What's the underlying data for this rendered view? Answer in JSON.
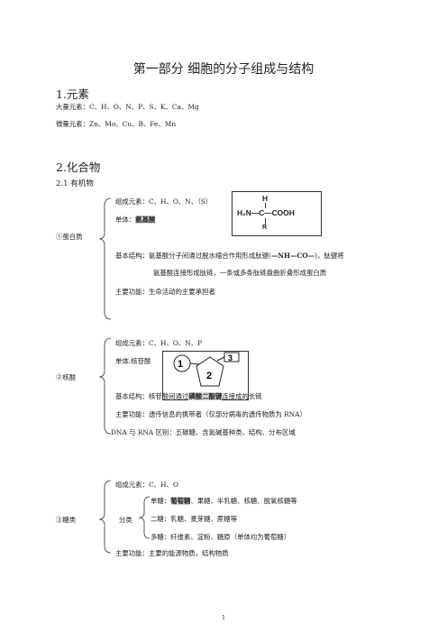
{
  "title": "第一部分  细胞的分子组成与结构",
  "section1": {
    "heading": "1.元素",
    "major_label": "大量元素：",
    "major_value": "C、H、O、N、P、S、K、Ca、Mg",
    "trace_label": "微量元素：",
    "trace_value": "Zn、Mo、Cu、B、Fe、Mn"
  },
  "section2": {
    "heading": "2.化合物",
    "sub_heading": "2.1 有机物"
  },
  "protein": {
    "label": "①蛋白质",
    "composition": "组成元素：C、H、O、N、（S）",
    "unit_label": "单体：",
    "unit_value": "氨基酸",
    "structure_line1_a": "基本结构：氨基酸分子间通过脱水缩合作用形成肽键(",
    "structure_line1_b": "—NH—CO—",
    "structure_line1_c": ")，肽键将",
    "structure_line2": "氨基酸连接形成肽链，一条或多条肽链盘曲折叠形成蛋白质",
    "function": "主要功能：生命活动的主要承担者",
    "formula": {
      "top": "H",
      "left": "H₂N—C—COOH",
      "bottom": "R"
    }
  },
  "nucleic": {
    "label": "②核酸",
    "composition": "组成元素：C、H、O、N、P",
    "unit": "单体:核苷酸",
    "structure_a": "基本结构：核苷酸间通过",
    "structure_hl": "磷酸二酯键",
    "structure_b": "连接成的长链",
    "function": "主要功能：遗传信息的携带者（仅部分病毒的遗传物质为 RNA）",
    "difference": "DNA 与 RNA 区别：五碳糖、含氮碱基种类、结构、分布区域",
    "diagram": {
      "n1": "1",
      "n2": "2",
      "n3": "3"
    }
  },
  "sugar": {
    "label": "③糖类",
    "composition": "组成元素：C、H、O",
    "class_label": "分类",
    "mono_a": "单糖：",
    "mono_hl": "葡萄糖",
    "mono_b": "、果糖、半乳糖、核糖、脱氧核糖等",
    "di": "二糖：乳糖、麦芽糖、蔗糖等",
    "poly": "多糖：纤维素、淀粉、糖原（单体均为葡萄糖）",
    "function": "主要功能：主要的能源物质，结构物质"
  },
  "page_number": "1"
}
